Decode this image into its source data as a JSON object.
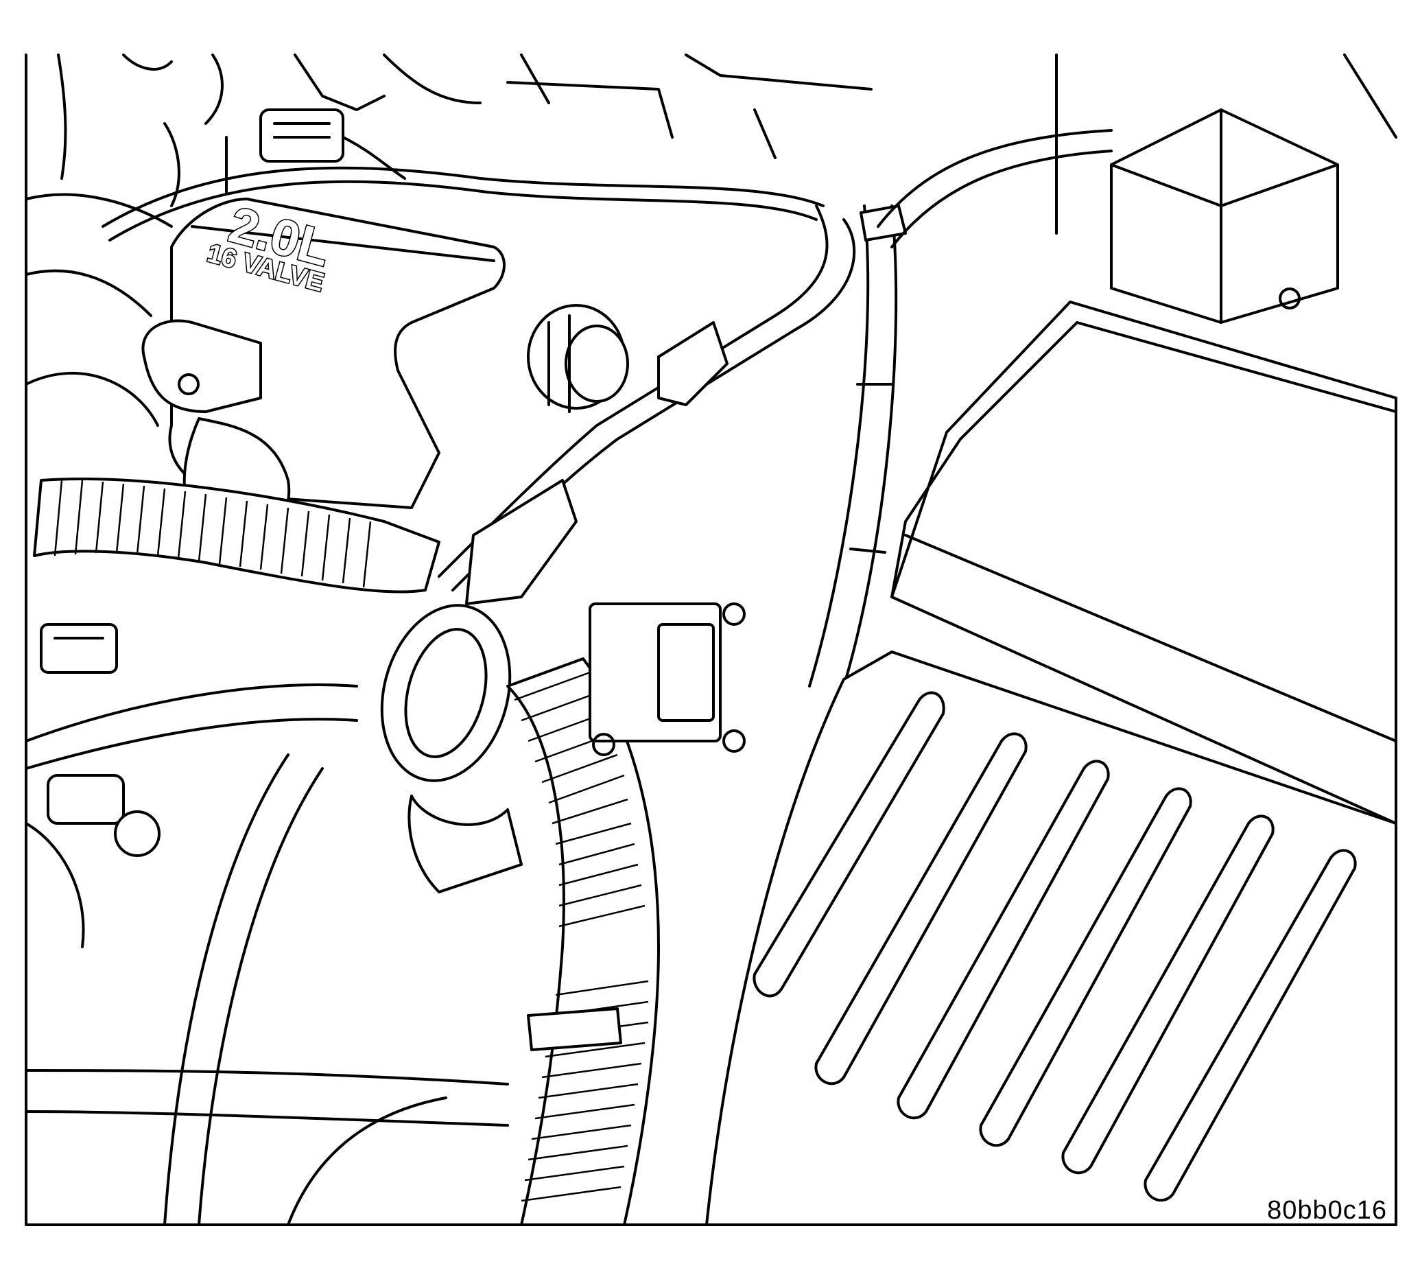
{
  "figure": {
    "id": "80bb0c16",
    "engine_cover_label_line1": "2.0L",
    "engine_cover_label_line2": "16 VALVE"
  }
}
